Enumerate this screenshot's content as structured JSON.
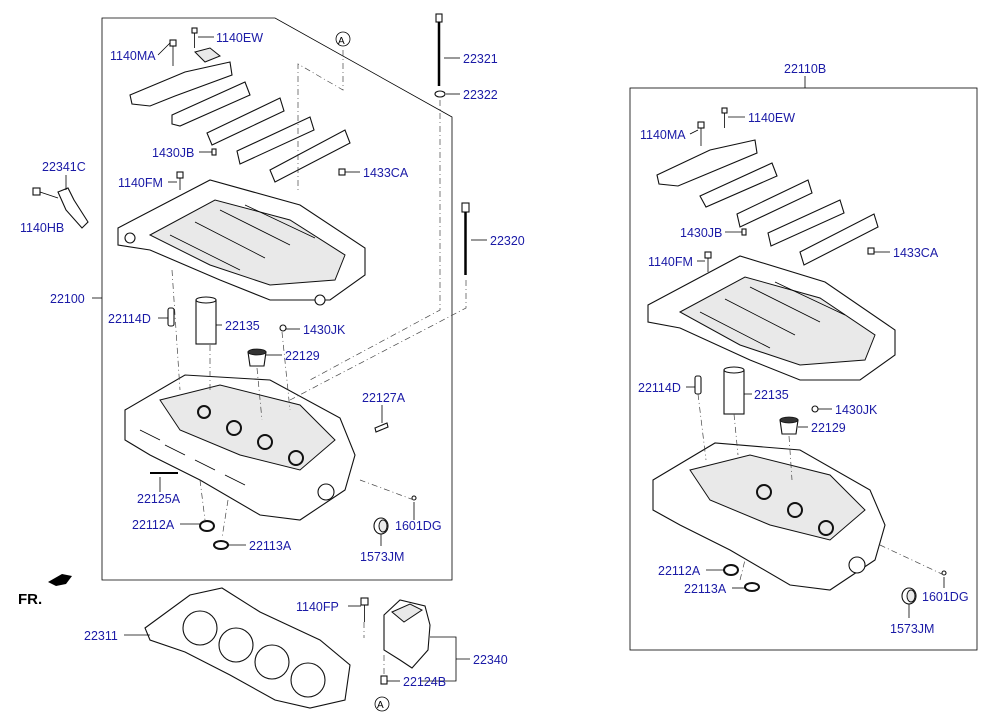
{
  "labels": {
    "l1140MA": "1140MA",
    "l1140EW": "1140EW",
    "lA_top": "A",
    "l22321": "22321",
    "l22322": "22322",
    "l22341C": "22341C",
    "l1430JB": "1430JB",
    "l1433CA": "1433CA",
    "l1140FM": "1140FM",
    "l1140HB": "1140HB",
    "l22320": "22320",
    "l22100": "22100",
    "l22114D": "22114D",
    "l22135": "22135",
    "l1430JK": "1430JK",
    "l22129": "22129",
    "l22127A": "22127A",
    "l22125A": "22125A",
    "l22112A": "22112A",
    "l22113A": "22113A",
    "l1601DG": "1601DG",
    "l1573JM": "1573JM",
    "fr": "FR.",
    "l22311": "22311",
    "l1140FP": "1140FP",
    "l22340": "22340",
    "l22124B": "22124B",
    "lA_bot": "A",
    "r22110B": "22110B",
    "r1140MA": "1140MA",
    "r1140EW": "1140EW",
    "r1430JB": "1430JB",
    "r1433CA": "1433CA",
    "r1140FM": "1140FM",
    "r22114D": "22114D",
    "r22135": "22135",
    "r1430JK": "1430JK",
    "r22129": "22129",
    "r22112A": "22112A",
    "r22113A": "22113A",
    "r1601DG": "1601DG",
    "r1573JM": "1573JM"
  },
  "colors": {
    "label": "#1a1aa6",
    "line": "#000000"
  }
}
